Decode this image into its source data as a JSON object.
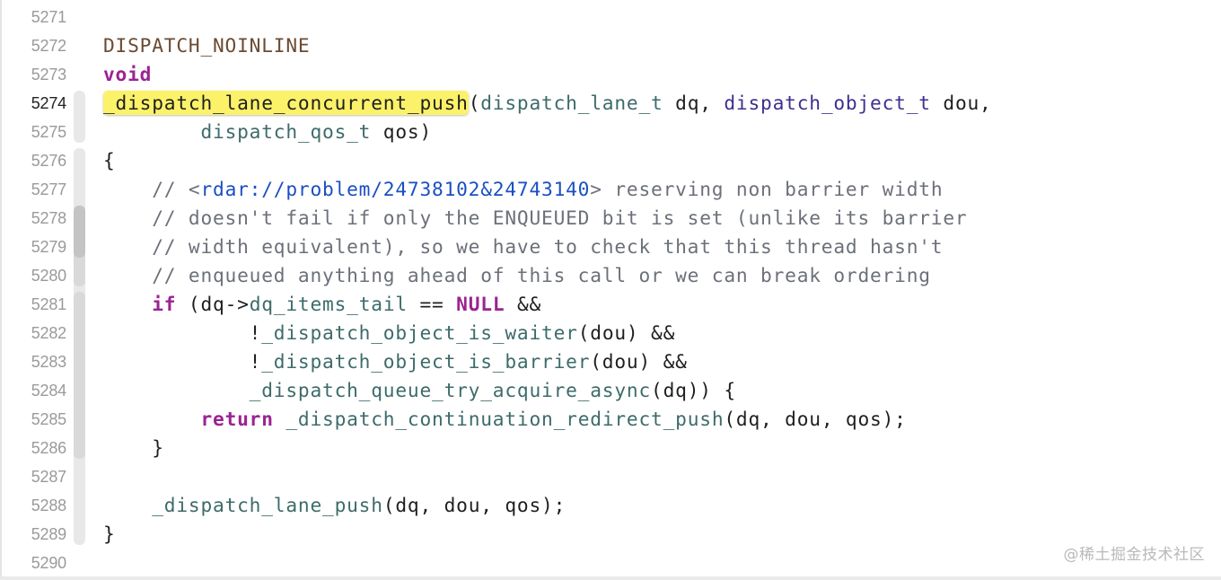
{
  "editor": {
    "current_line": 5274,
    "lines": [
      {
        "number": "5271",
        "tokens": []
      },
      {
        "number": "5272",
        "tokens": [
          {
            "t": "DISPATCH_NOINLINE",
            "k": "macro"
          }
        ]
      },
      {
        "number": "5273",
        "tokens": [
          {
            "t": "void",
            "k": "kw"
          }
        ]
      },
      {
        "number": "5274",
        "tokens": [
          {
            "t": "_dispatch_lane_concurrent_push",
            "k": "hl"
          },
          {
            "t": "(",
            "k": "plain"
          },
          {
            "t": "dispatch_lane_t",
            "k": "fn"
          },
          {
            "t": " dq, ",
            "k": "plain"
          },
          {
            "t": "dispatch_object_t",
            "k": "type"
          },
          {
            "t": " dou,",
            "k": "plain"
          }
        ]
      },
      {
        "number": "5275",
        "tokens": [
          {
            "t": "        ",
            "k": "plain"
          },
          {
            "t": "dispatch_qos_t",
            "k": "fn"
          },
          {
            "t": " qos)",
            "k": "plain"
          }
        ]
      },
      {
        "number": "5276",
        "tokens": [
          {
            "t": "{",
            "k": "plain"
          }
        ]
      },
      {
        "number": "5277",
        "tokens": [
          {
            "t": "    // <",
            "k": "comment"
          },
          {
            "t": "rdar://problem/24738102&24743140",
            "k": "url"
          },
          {
            "t": "> reserving non barrier width",
            "k": "comment"
          }
        ]
      },
      {
        "number": "5278",
        "tokens": [
          {
            "t": "    // doesn't fail if only the ENQUEUED bit is set (unlike its barrier",
            "k": "comment"
          }
        ]
      },
      {
        "number": "5279",
        "tokens": [
          {
            "t": "    // width equivalent), so we have to check that this thread hasn't",
            "k": "comment"
          }
        ]
      },
      {
        "number": "5280",
        "tokens": [
          {
            "t": "    // enqueued anything ahead of this call or we can break ordering",
            "k": "comment"
          }
        ]
      },
      {
        "number": "5281",
        "tokens": [
          {
            "t": "    ",
            "k": "plain"
          },
          {
            "t": "if",
            "k": "kw"
          },
          {
            "t": " (dq->",
            "k": "plain"
          },
          {
            "t": "dq_items_tail",
            "k": "fn"
          },
          {
            "t": " == ",
            "k": "plain"
          },
          {
            "t": "NULL",
            "k": "kw"
          },
          {
            "t": " &&",
            "k": "plain"
          }
        ]
      },
      {
        "number": "5282",
        "tokens": [
          {
            "t": "            !",
            "k": "plain"
          },
          {
            "t": "_dispatch_object_is_waiter",
            "k": "fn"
          },
          {
            "t": "(dou) &&",
            "k": "plain"
          }
        ]
      },
      {
        "number": "5283",
        "tokens": [
          {
            "t": "            !",
            "k": "plain"
          },
          {
            "t": "_dispatch_object_is_barrier",
            "k": "fn"
          },
          {
            "t": "(dou) &&",
            "k": "plain"
          }
        ]
      },
      {
        "number": "5284",
        "tokens": [
          {
            "t": "            ",
            "k": "plain"
          },
          {
            "t": "_dispatch_queue_try_acquire_async",
            "k": "fn"
          },
          {
            "t": "(dq)) {",
            "k": "plain"
          }
        ]
      },
      {
        "number": "5285",
        "tokens": [
          {
            "t": "        ",
            "k": "plain"
          },
          {
            "t": "return",
            "k": "kw"
          },
          {
            "t": " ",
            "k": "plain"
          },
          {
            "t": "_dispatch_continuation_redirect_push",
            "k": "fn"
          },
          {
            "t": "(dq, dou, qos);",
            "k": "plain"
          }
        ]
      },
      {
        "number": "5286",
        "tokens": [
          {
            "t": "    }",
            "k": "plain"
          }
        ]
      },
      {
        "number": "5287",
        "tokens": []
      },
      {
        "number": "5288",
        "tokens": [
          {
            "t": "    ",
            "k": "plain"
          },
          {
            "t": "_dispatch_lane_push",
            "k": "fn"
          },
          {
            "t": "(dq, dou, qos);",
            "k": "plain"
          }
        ]
      },
      {
        "number": "5289",
        "tokens": [
          {
            "t": "}",
            "k": "plain"
          }
        ]
      },
      {
        "number": "5290",
        "tokens": []
      }
    ]
  },
  "watermark": {
    "text": "@稀土掘金技术社区"
  },
  "colors": {
    "macro": "#6b4b32",
    "keyword": "#9b2393",
    "function": "#3d6b6a",
    "type": "#3f2f8f",
    "comment": "#6c7079",
    "url": "#1a4fc2",
    "highlight": "#fbf26a"
  }
}
